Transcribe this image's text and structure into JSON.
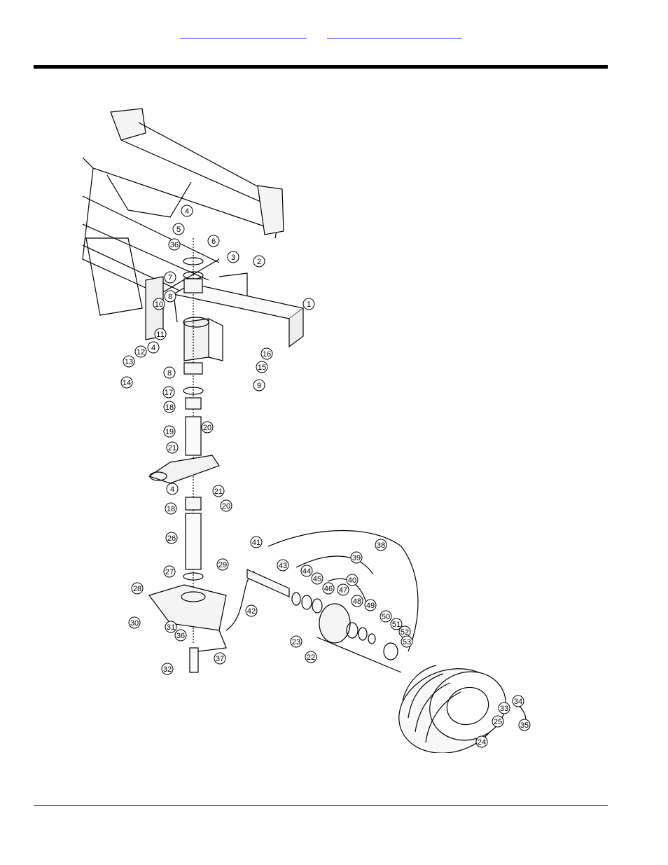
{
  "header": {
    "links": [
      "",
      ""
    ]
  },
  "diagram": {
    "callouts": [
      "1",
      "2",
      "3",
      "4",
      "5",
      "6",
      "36",
      "7",
      "8",
      "10",
      "11",
      "4",
      "12",
      "13",
      "14",
      "8",
      "16",
      "15",
      "9",
      "17",
      "18",
      "19",
      "20",
      "21",
      "4",
      "21",
      "18",
      "20",
      "26",
      "27",
      "29",
      "28",
      "30",
      "31",
      "36",
      "32",
      "37",
      "41",
      "43",
      "42",
      "44",
      "45",
      "46",
      "40",
      "39",
      "38",
      "47",
      "48",
      "49",
      "50",
      "51",
      "52",
      "53",
      "23",
      "22",
      "34",
      "33",
      "25",
      "35",
      "24"
    ]
  }
}
